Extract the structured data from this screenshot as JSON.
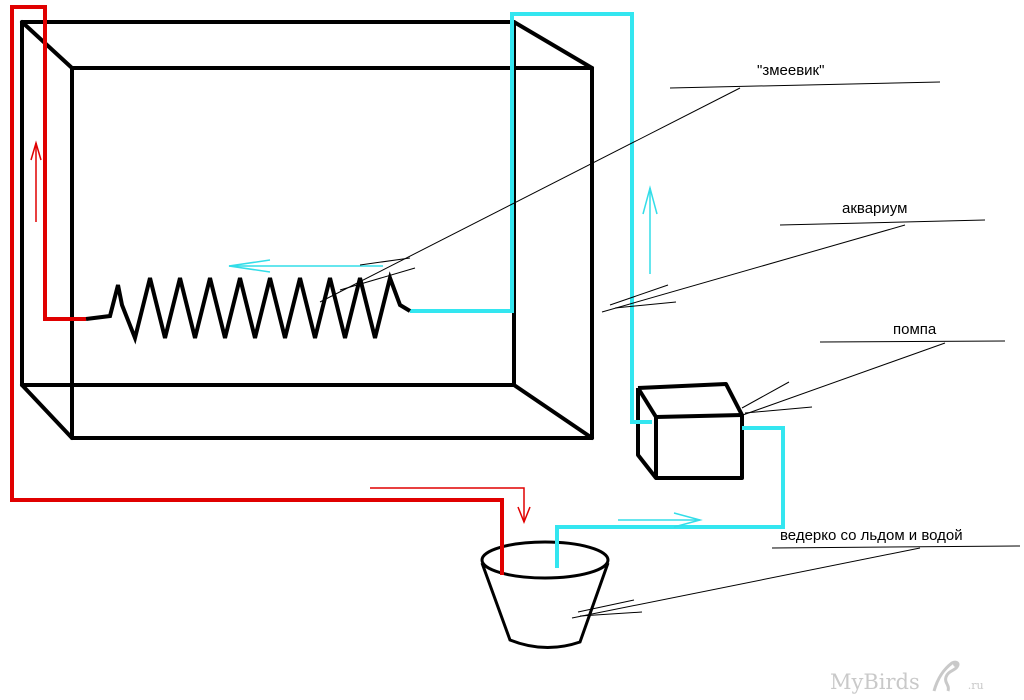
{
  "labels": {
    "coil": "\"змеевик\"",
    "aquarium": "аквариум",
    "pump": "помпа",
    "bucket": "ведерко со льдом и водой"
  },
  "watermark": {
    "brand": "MyBirds",
    "tld": ".ru"
  },
  "colors": {
    "warm_line": "#e00000",
    "cold_line": "#33e6f0",
    "outline": "#000000",
    "arrow_red": "#e00000",
    "arrow_cyan": "#33dde8",
    "watermark": "#c9c9c9"
  }
}
